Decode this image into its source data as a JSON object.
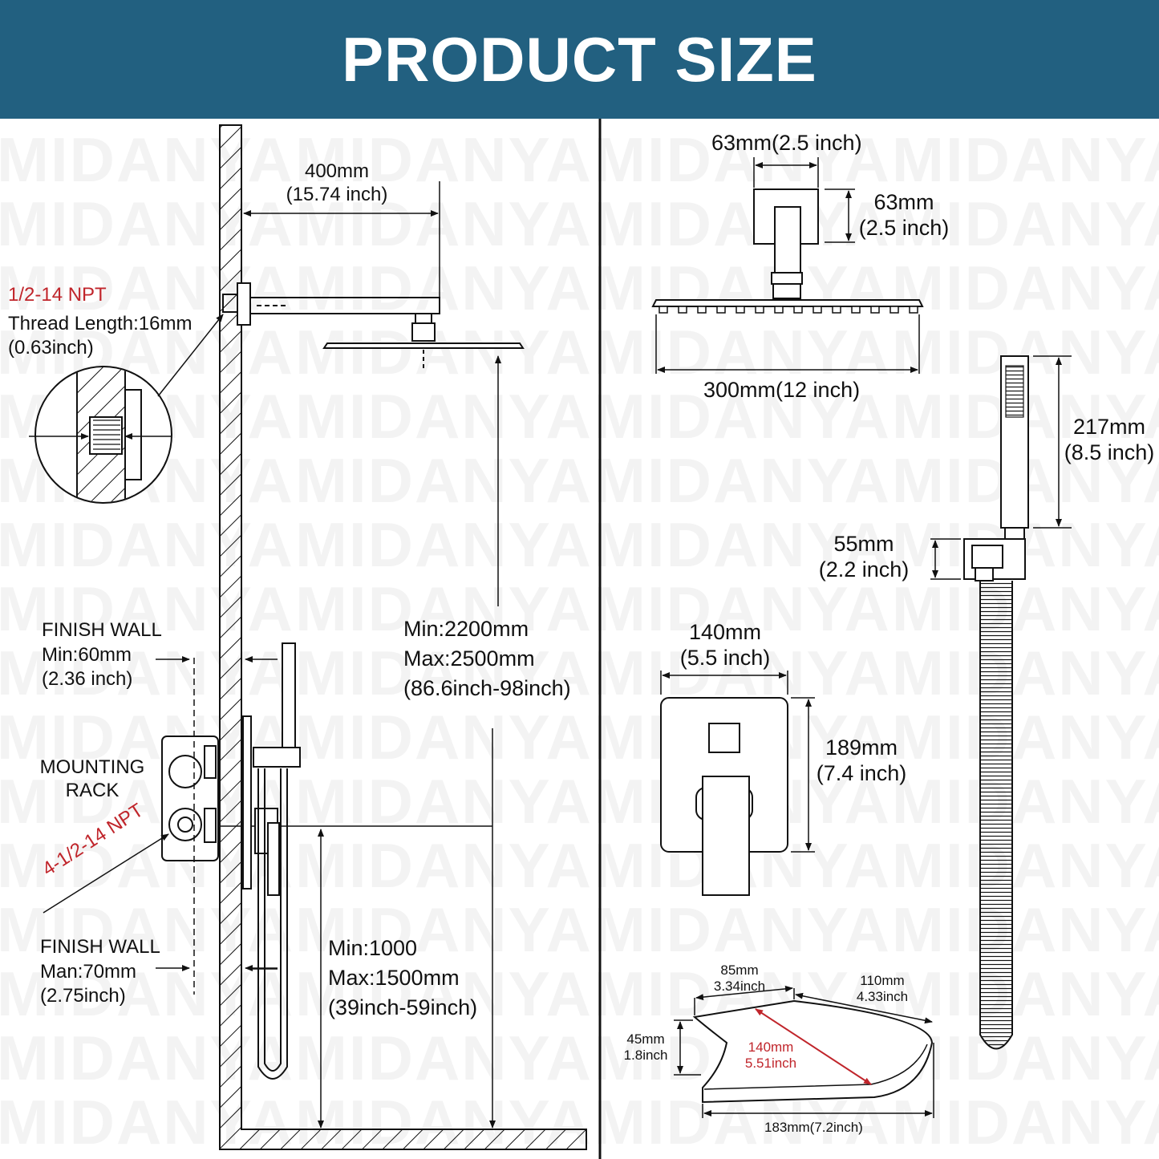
{
  "header": {
    "title": "PRODUCT SIZE",
    "background": "#226080"
  },
  "watermark": {
    "text": "MIDANYA"
  },
  "colors": {
    "accent_red": "#c0252b",
    "line": "#111111"
  },
  "left": {
    "arm_length": {
      "mm": "400mm",
      "inch": "(15.74 inch)"
    },
    "thread": {
      "npt": "1/2-14 NPT",
      "length": "Thread Length:16mm",
      "inch": "(0.63inch)"
    },
    "finish_wall_top": {
      "title": "FINISH WALL",
      "value": "Min:60mm",
      "inch": "(2.36 inch)"
    },
    "mounting_rack": {
      "line1": "MOUNTING",
      "line2": "RACK"
    },
    "inlet_npt": "4-1/2-14 NPT",
    "finish_wall_bottom": {
      "title": "FINISH WALL",
      "value": "Man:70mm",
      "inch": "(2.75inch)"
    },
    "head_height": {
      "min": "Min:2200mm",
      "max": "Max:2500mm",
      "inch": "(86.6inch-98inch)"
    },
    "valve_height": {
      "min": "Min:1000",
      "max": "Max:1500mm",
      "inch": "(39inch-59inch)"
    }
  },
  "right": {
    "flange_width": "63mm(2.5 inch)",
    "flange_height": {
      "mm": "63mm",
      "inch": "(2.5 inch)"
    },
    "head_width": "300mm(12 inch)",
    "handheld_length": {
      "mm": "217mm",
      "inch": "(8.5 inch)"
    },
    "holder": {
      "mm": "55mm",
      "inch": "(2.2 inch)"
    },
    "trim_width": {
      "mm": "140mm",
      "inch": "(5.5 inch)"
    },
    "trim_height": {
      "mm": "189mm",
      "inch": "(7.4 inch)"
    },
    "spout_a": {
      "mm": "85mm",
      "inch": "3.34inch"
    },
    "spout_b": {
      "mm": "110mm",
      "inch": "4.33inch"
    },
    "spout_c": {
      "mm": "45mm",
      "inch": "1.8inch"
    },
    "spout_d": {
      "mm": "140mm",
      "inch": "5.51inch"
    },
    "spout_e": "183mm(7.2inch)"
  }
}
